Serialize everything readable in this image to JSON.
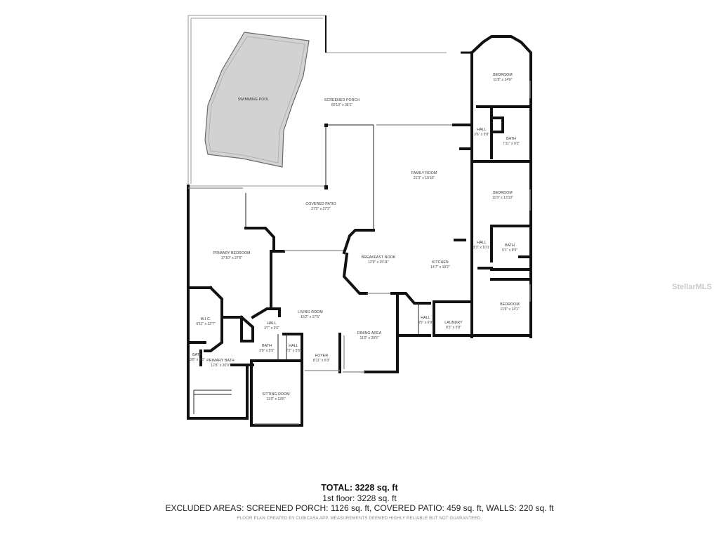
{
  "rooms": {
    "swimming_pool": {
      "name": "SWIMMING POOL",
      "dim": ""
    },
    "screened_porch": {
      "name": "SCREENED PORCH",
      "dim": "60'10\" x 36'1\""
    },
    "bedroom_top": {
      "name": "BEDROOM",
      "dim": "11'9\" x 14'6\""
    },
    "hall_top": {
      "name": "HALL",
      "dim": "3'6\" x 9'8\""
    },
    "bath_top": {
      "name": "BATH",
      "dim": "7'11\" x 9'2\""
    },
    "family_room": {
      "name": "FAMILY ROOM",
      "dim": "21'3\" x 19'10\""
    },
    "bedroom_mid": {
      "name": "BEDROOM",
      "dim": "11'9\" x 13'10\""
    },
    "covered_patio": {
      "name": "COVERED PATIO",
      "dim": "27'2\" x 27'2\""
    },
    "hall_mid": {
      "name": "HALL",
      "dim": "3'3\" x 10'1\""
    },
    "bath_mid": {
      "name": "BATH",
      "dim": "5'1\" x 8'9\""
    },
    "primary_bedroom": {
      "name": "PRIMARY BEDROOM",
      "dim": "17'10\" x 27'6\""
    },
    "breakfast_nook": {
      "name": "BREAKFAST NOOK",
      "dim": "12'9\" x 15'11\""
    },
    "kitchen": {
      "name": "KITCHEN",
      "dim": "14'7\" x 19'2\""
    },
    "living_room": {
      "name": "LIVING ROOM",
      "dim": "15'2\" x 17'5\""
    },
    "bedroom_low": {
      "name": "BEDROOM",
      "dim": "11'9\" x 14'1\""
    },
    "wic": {
      "name": "W.I.C.",
      "dim": "6'11\" x 12'7\""
    },
    "hall_kitchen": {
      "name": "HALL",
      "dim": "3'5\" x 6'9\""
    },
    "laundry": {
      "name": "LAUNDRY",
      "dim": "8'3\" x 5'8\""
    },
    "hall_living": {
      "name": "HALL",
      "dim": "3'7\" x 3'6\""
    },
    "dining_area": {
      "name": "DINING AREA",
      "dim": "11'0\" x 20'5\""
    },
    "bath_small": {
      "name": "BATH",
      "dim": "3'9\" x 5'5\""
    },
    "hall_small": {
      "name": "HALL",
      "dim": "2'2\" x 5'5\""
    },
    "foyer": {
      "name": "FOYER",
      "dim": "8'11\" x 8'3\""
    },
    "bath_primary_small": {
      "name": "BATH",
      "dim": "3'0\" x 5'0\""
    },
    "primary_bath": {
      "name": "PRIMARY BATH",
      "dim": "12'8\" x 20'9\""
    },
    "sitting_room": {
      "name": "SITTING ROOM",
      "dim": "11'0\" x 13'6\""
    }
  },
  "summary": {
    "total": "TOTAL: 3228 sq. ft",
    "floor": "1st floor: 3228 sq. ft",
    "excluded": "EXCLUDED AREAS: SCREENED PORCH: 1126 sq. ft, COVERED PATIO: 459 sq. ft, WALLS: 220 sq. ft",
    "disclaimer": "FLOOR PLAN CREATED BY CUBICASA APP. MEASUREMENTS DEEMED HIGHLY RELIABLE BUT NOT GUARANTEED."
  },
  "watermark": "StellarMLS"
}
